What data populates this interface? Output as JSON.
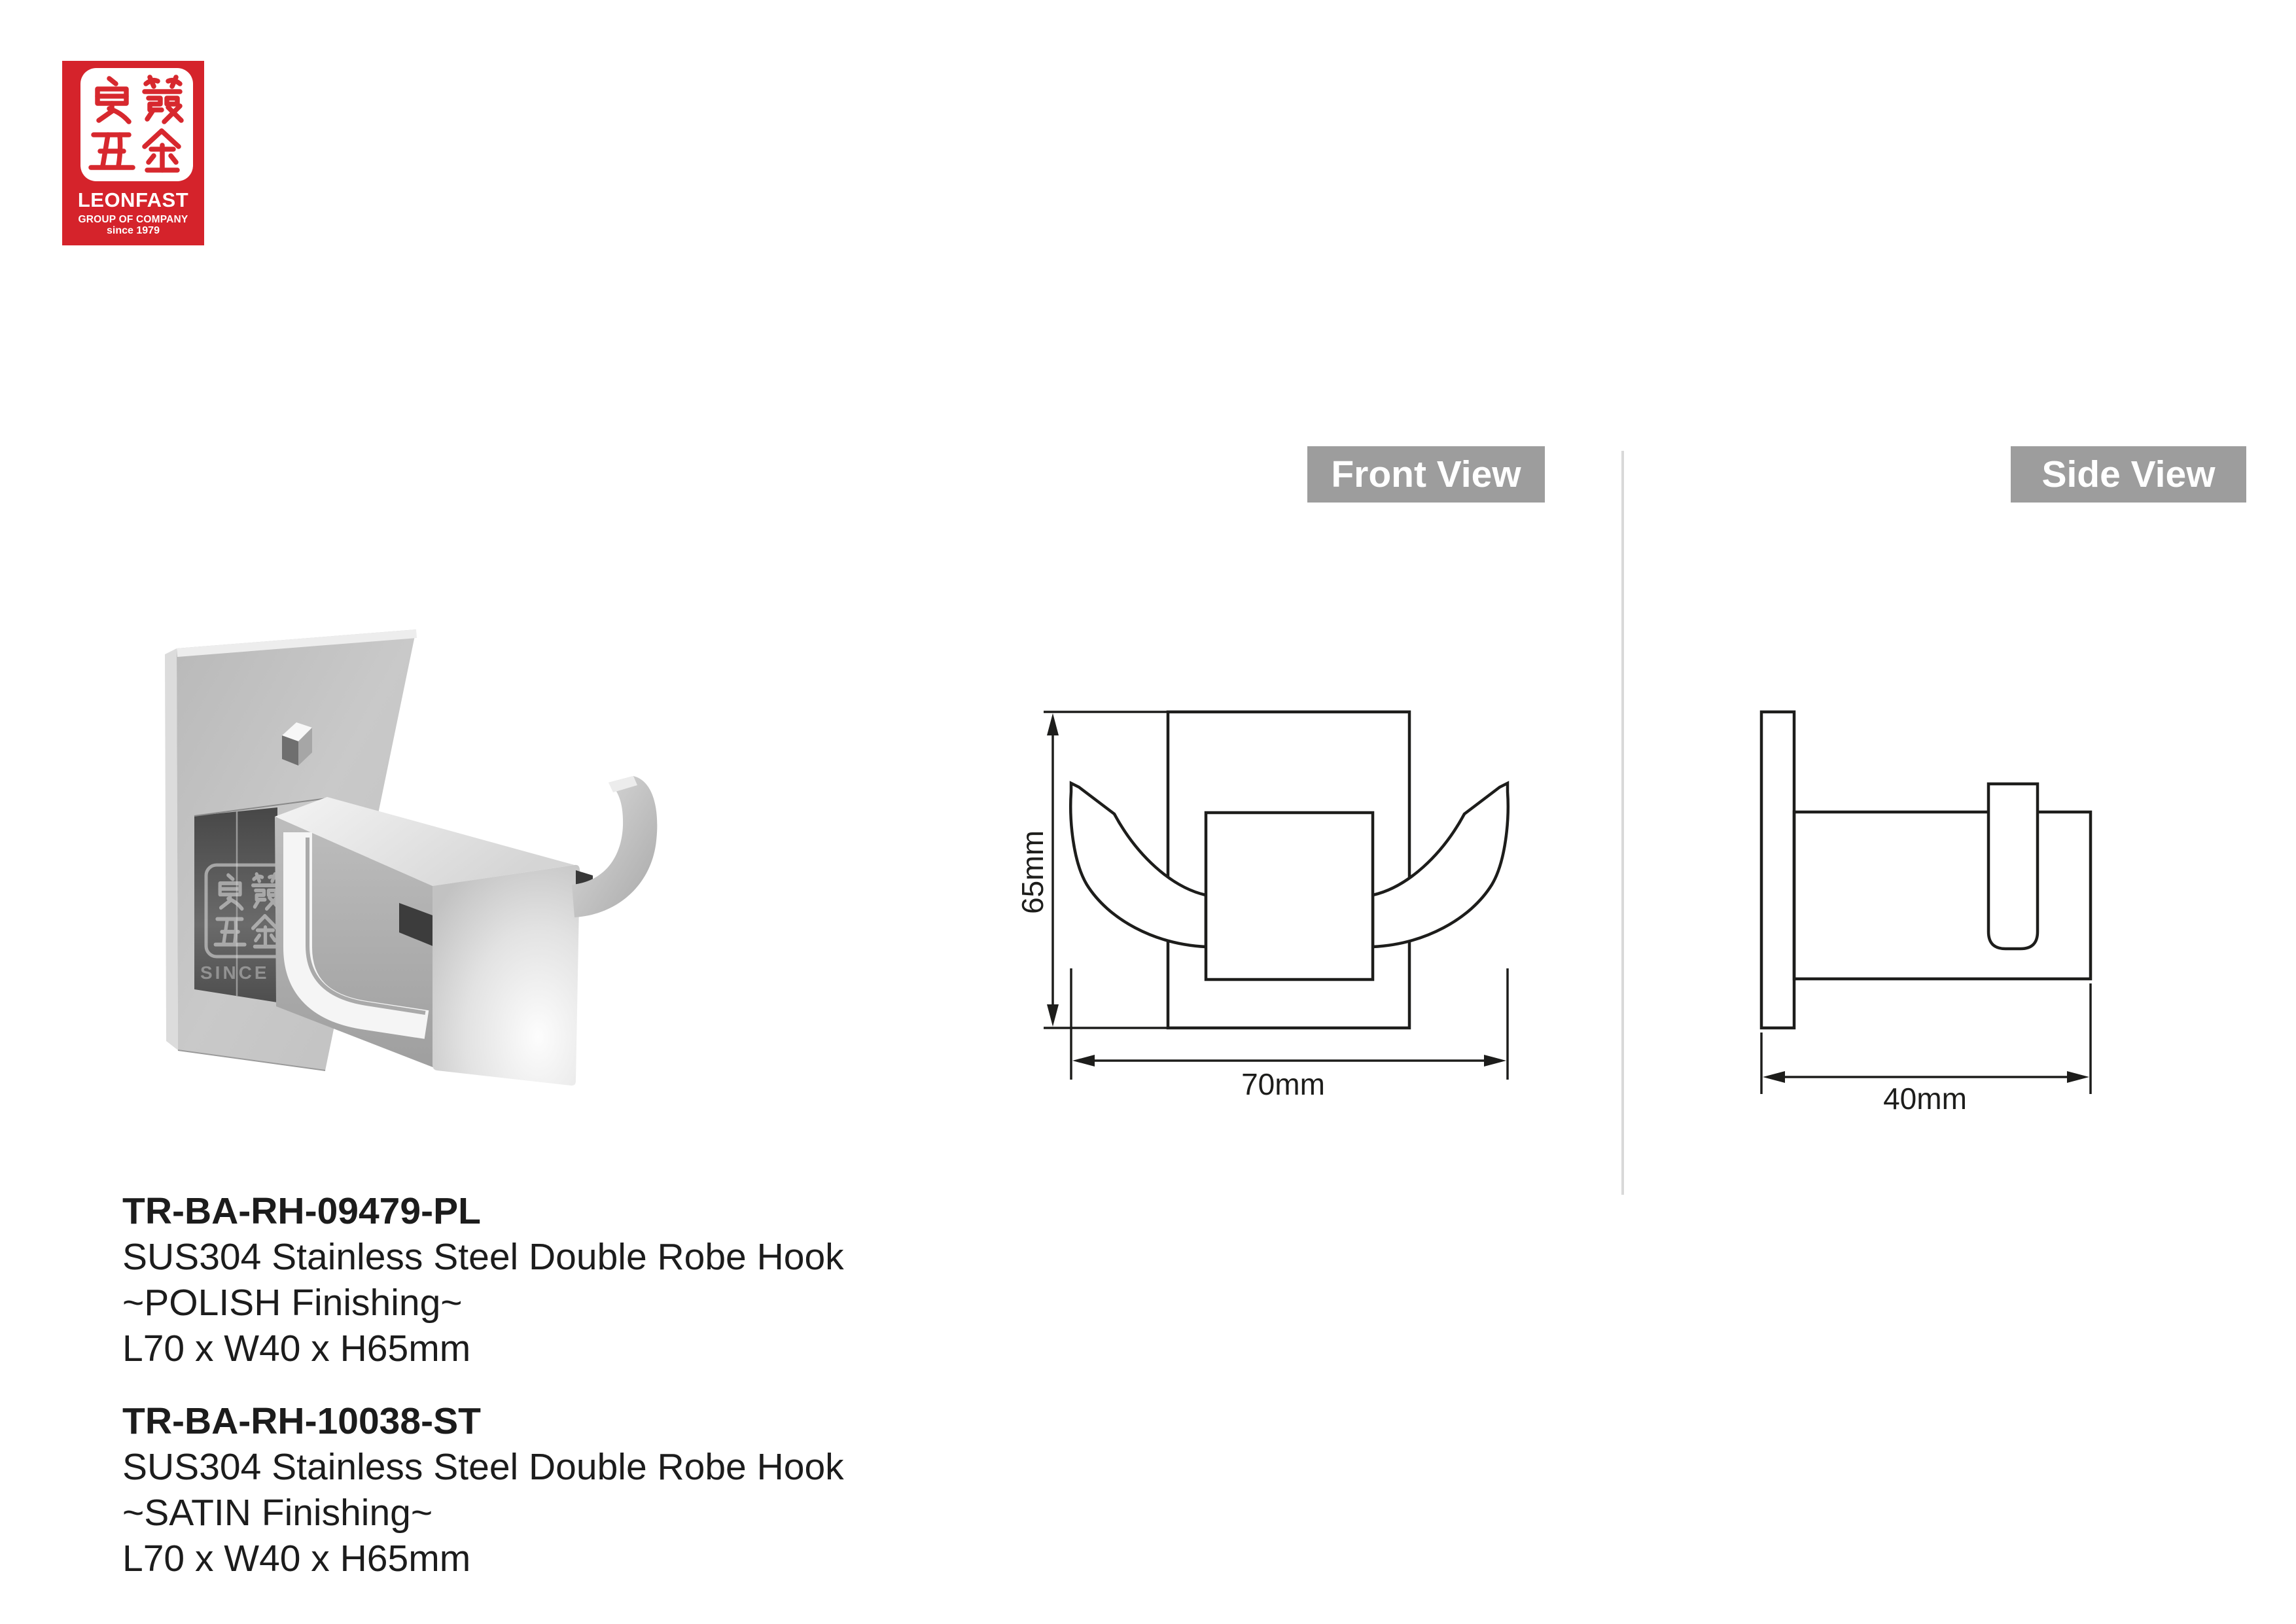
{
  "logo": {
    "seal_characters": "良發五金",
    "company": "LEONFAST",
    "subtitle": "GROUP OF COMPANY",
    "since": "since 1979"
  },
  "views": {
    "front": {
      "label": "Front View",
      "height_dim": "65mm",
      "width_dim": "70mm"
    },
    "side": {
      "label": "Side View",
      "depth_dim": "40mm"
    }
  },
  "watermark": {
    "text": "SINCE 197",
    "characters": "良發五金"
  },
  "products": [
    {
      "code": "TR-BA-RH-09479-PL",
      "description": "SUS304 Stainless Steel Double Robe Hook",
      "finishing": "~POLISH Finishing~",
      "size": "L70 x W40 x H65mm"
    },
    {
      "code": "TR-BA-RH-10038-ST",
      "description": "SUS304 Stainless Steel Double Robe Hook",
      "finishing": "~SATIN Finishing~",
      "size": "L70 x W40 x H65mm"
    }
  ],
  "colors": {
    "logo_red": "#d5232b",
    "badge_bg": "#9d9d9d",
    "badge_text": "#ffffff",
    "line": "#1d1d1b",
    "divider": "#d9d9d9"
  }
}
